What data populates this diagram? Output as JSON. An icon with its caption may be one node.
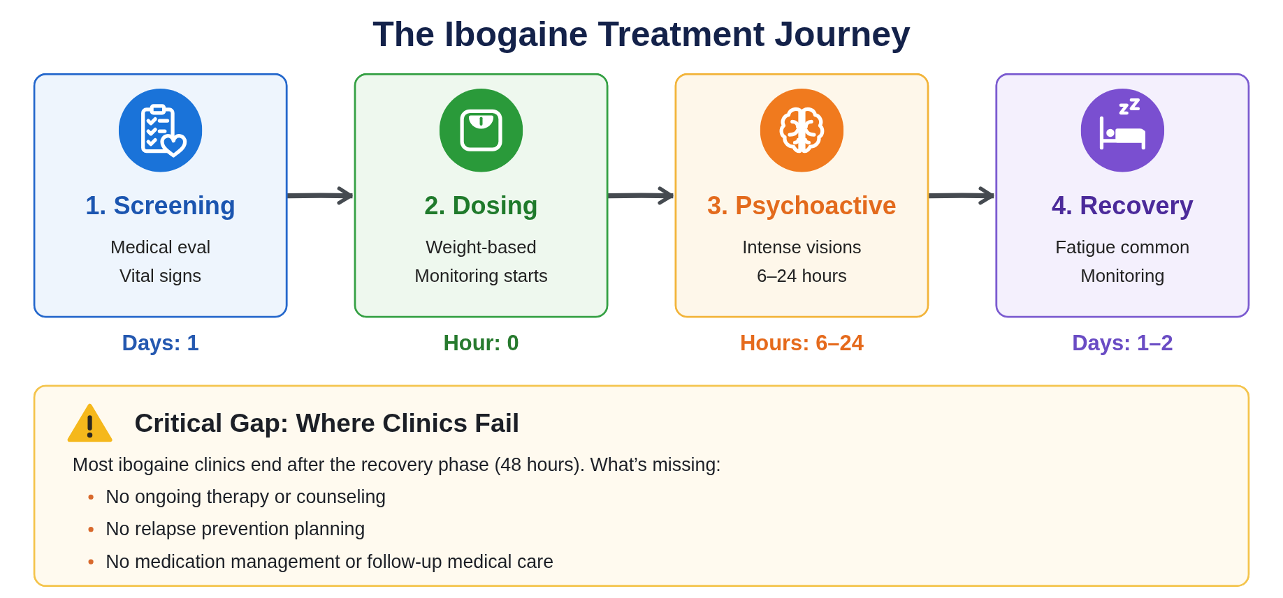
{
  "diagram": {
    "title": "The Ibogaine Treatment Journey",
    "nodes": [
      {
        "text": [
          "1. Screening",
          "Medical eval",
          "Vital signs"
        ],
        "beside": [
          "Days: 1"
        ]
      },
      {
        "text": [
          "2. Dosing",
          "Weight-based",
          "Monitoring starts"
        ],
        "beside": [
          "Hour: 0"
        ]
      },
      {
        "text": [
          "3. Psychoactive",
          "Intense visions",
          "6–24 hours"
        ],
        "beside": [
          "Hours: 6–24"
        ]
      },
      {
        "text": [
          "4. Recovery",
          "Fatigue common",
          "Monitoring"
        ],
        "beside": [
          "Days: 1–2"
        ]
      },
      {
        "text": [
          "Critical Gap: Where Clinics Fail",
          "Most ibogaine clinics end after the recovery phase (48 hours). What’s missing:",
          "No ongoing therapy or counseling",
          "No relapse prevention planning",
          "No medication management or follow-up medical care"
        ]
      }
    ],
    "edges": [
      {
        "from": 0,
        "to": 1,
        "arrow": "to"
      },
      {
        "from": 1,
        "to": 2,
        "arrow": "to"
      },
      {
        "from": 2,
        "to": 3,
        "arrow": "to"
      }
    ]
  }
}
